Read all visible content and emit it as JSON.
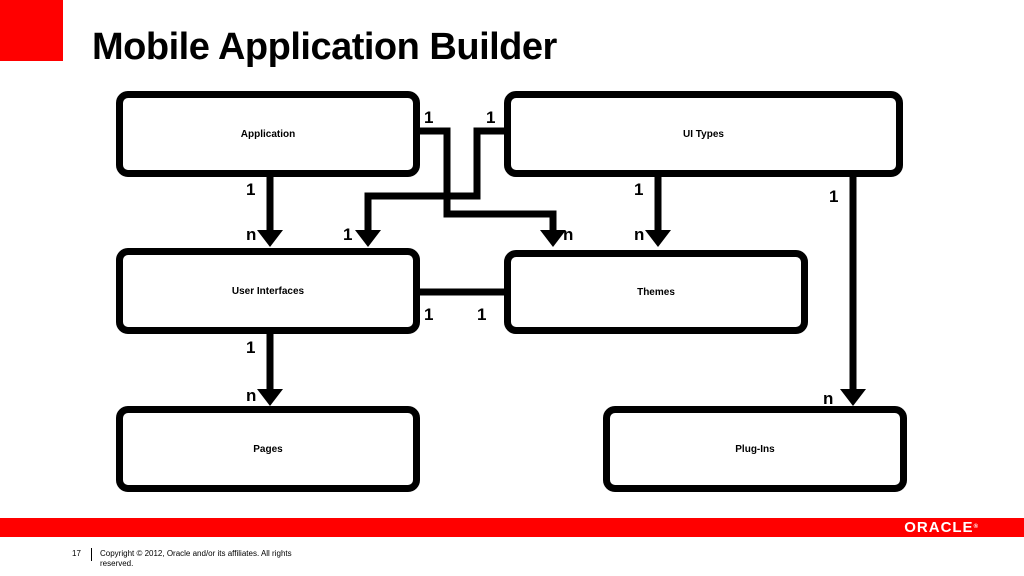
{
  "colors": {
    "brand_red": "#ff0000",
    "ink": "#000000",
    "background": "#ffffff"
  },
  "title": "Mobile Application Builder",
  "entities": {
    "application": "Application",
    "ui_types": "UI Types",
    "user_interfaces": "User Interfaces",
    "themes": "Themes",
    "pages": "Pages",
    "plug_ins": "Plug-Ins"
  },
  "relationships": [
    {
      "from": "Application",
      "to": "User Interfaces",
      "from_card": "1",
      "to_card": "n"
    },
    {
      "from": "Application",
      "to": "Themes",
      "from_card": "1",
      "to_card": "n"
    },
    {
      "from": "UI Types",
      "to": "User Interfaces",
      "from_card": "1",
      "to_card": "1"
    },
    {
      "from": "UI Types",
      "to": "Themes",
      "from_card": "1",
      "to_card": "n"
    },
    {
      "from": "UI Types",
      "to": "Plug-Ins",
      "from_card": "1",
      "to_card": "n"
    },
    {
      "from": "User Interfaces",
      "to": "Themes",
      "from_card": "1",
      "to_card": "1"
    },
    {
      "from": "User Interfaces",
      "to": "Pages",
      "from_card": "1",
      "to_card": "n"
    }
  ],
  "footer": {
    "logo": "ORACLE",
    "logo_mark": "®",
    "page_number": "17",
    "copyright": "Copyright © 2012, Oracle and/or its affiliates. All rights reserved."
  }
}
